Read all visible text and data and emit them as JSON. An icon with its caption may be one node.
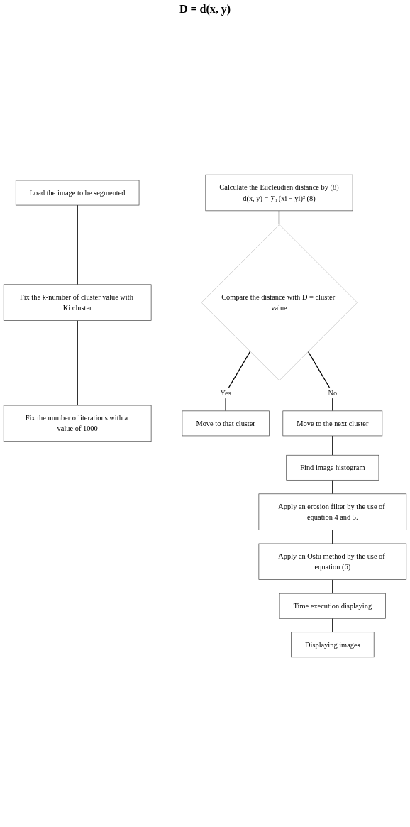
{
  "diagram": {
    "nodes": [
      {
        "text": [
          "Load the image to be segmented"
        ]
      },
      {
        "text": [
          "Fix the k-number of cluster value with Ki cluster"
        ]
      },
      {
        "text": [
          "Fix the number of iterations with a value of 1000"
        ]
      },
      {
        "text": [
          "Calculate the Eucleudien distance by (8)",
          "d(x, y) = ∑ᵢ (xi − yi)²    (8)"
        ]
      },
      {
        "text": [
          "Compare the distance with D = cluster value"
        ]
      },
      {
        "text": [
          "Move to that cluster"
        ]
      },
      {
        "text": [
          "Move to the next cluster"
        ]
      },
      {
        "text": [
          "Find image histogram"
        ]
      },
      {
        "text": [
          "Apply an erosion filter by the use of equation 4 and 5."
        ]
      },
      {
        "text": [
          "Apply an Ostu method by the use of equation (6)"
        ]
      },
      {
        "text": [
          "Time execution displaying"
        ]
      },
      {
        "text": [
          "Displaying images"
        ]
      }
    ],
    "edges": [
      {
        "from": 0,
        "to": 1,
        "arrow": "none"
      },
      {
        "from": 1,
        "to": 2,
        "arrow": "none"
      },
      {
        "from": 3,
        "to": 4,
        "arrow": "none"
      },
      {
        "from": 4,
        "to": 5,
        "arrow": "none",
        "label": "Yes"
      },
      {
        "from": 4,
        "to": 6,
        "arrow": "none",
        "label": "No"
      },
      {
        "from": 6,
        "to": 7,
        "arrow": "none"
      },
      {
        "from": 7,
        "to": 8,
        "arrow": "none"
      },
      {
        "from": 8,
        "to": 9,
        "arrow": "none"
      },
      {
        "from": 9,
        "to": 10,
        "arrow": "none"
      },
      {
        "from": 10,
        "to": 11,
        "arrow": "none"
      }
    ],
    "labels": [
      "D = d(x, y)"
    ]
  }
}
